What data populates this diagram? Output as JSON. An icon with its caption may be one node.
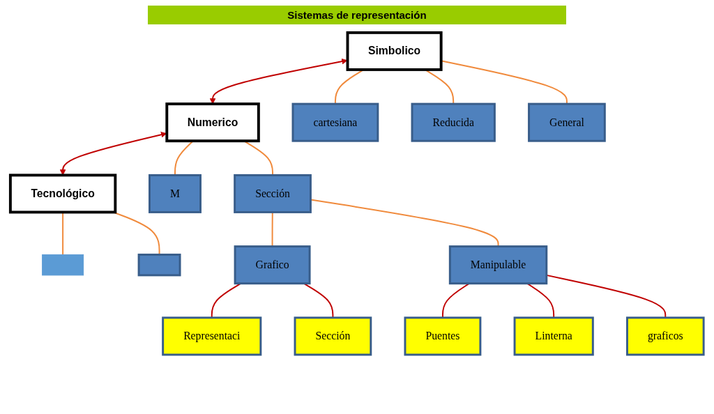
{
  "diagram": {
    "title": "Sistemas de representación",
    "nodes": [
      {
        "text": [
          "Simbolico"
        ]
      },
      {
        "text": [
          "Numerico"
        ]
      },
      {
        "text": [
          "Tecnológico"
        ]
      },
      {
        "text": [
          "cartesiana"
        ]
      },
      {
        "text": [
          "Reducida"
        ]
      },
      {
        "text": [
          "General"
        ]
      },
      {
        "text": [
          "M"
        ]
      },
      {
        "text": [
          "Sección"
        ]
      },
      {
        "text": [],
        "shape": "box"
      },
      {
        "text": [],
        "shape": "box"
      },
      {
        "text": [
          "Grafico"
        ]
      },
      {
        "text": [
          "Manipulable"
        ]
      },
      {
        "text": [
          "Representaci"
        ]
      },
      {
        "text": [
          "Sección"
        ]
      },
      {
        "text": [
          "Puentes"
        ]
      },
      {
        "text": [
          "Linterna"
        ]
      },
      {
        "text": [
          "graficos"
        ]
      }
    ],
    "edges": [
      {
        "from": 0,
        "to": 1,
        "arrow": "both",
        "color": "#c00000"
      },
      {
        "from": 1,
        "to": 2,
        "arrow": "both",
        "color": "#c00000"
      },
      {
        "from": 0,
        "to": 3,
        "arrow": "none"
      },
      {
        "from": 0,
        "to": 4,
        "arrow": "none"
      },
      {
        "from": 0,
        "to": 5,
        "arrow": "none"
      },
      {
        "from": 1,
        "to": 6,
        "arrow": "none"
      },
      {
        "from": 1,
        "to": 7,
        "arrow": "none"
      },
      {
        "from": 2,
        "to": 8,
        "arrow": "none"
      },
      {
        "from": 2,
        "to": 9,
        "arrow": "none"
      },
      {
        "from": 7,
        "to": 10,
        "arrow": "none"
      },
      {
        "from": 7,
        "to": 11,
        "arrow": "none"
      },
      {
        "from": 10,
        "to": 12,
        "arrow": "none",
        "color": "#c00000"
      },
      {
        "from": 10,
        "to": 13,
        "arrow": "none",
        "color": "#c00000"
      },
      {
        "from": 11,
        "to": 14,
        "arrow": "none",
        "color": "#c00000"
      },
      {
        "from": 11,
        "to": 15,
        "arrow": "none",
        "color": "#c00000"
      },
      {
        "from": 11,
        "to": 16,
        "arrow": "none",
        "color": "#c00000"
      }
    ]
  }
}
